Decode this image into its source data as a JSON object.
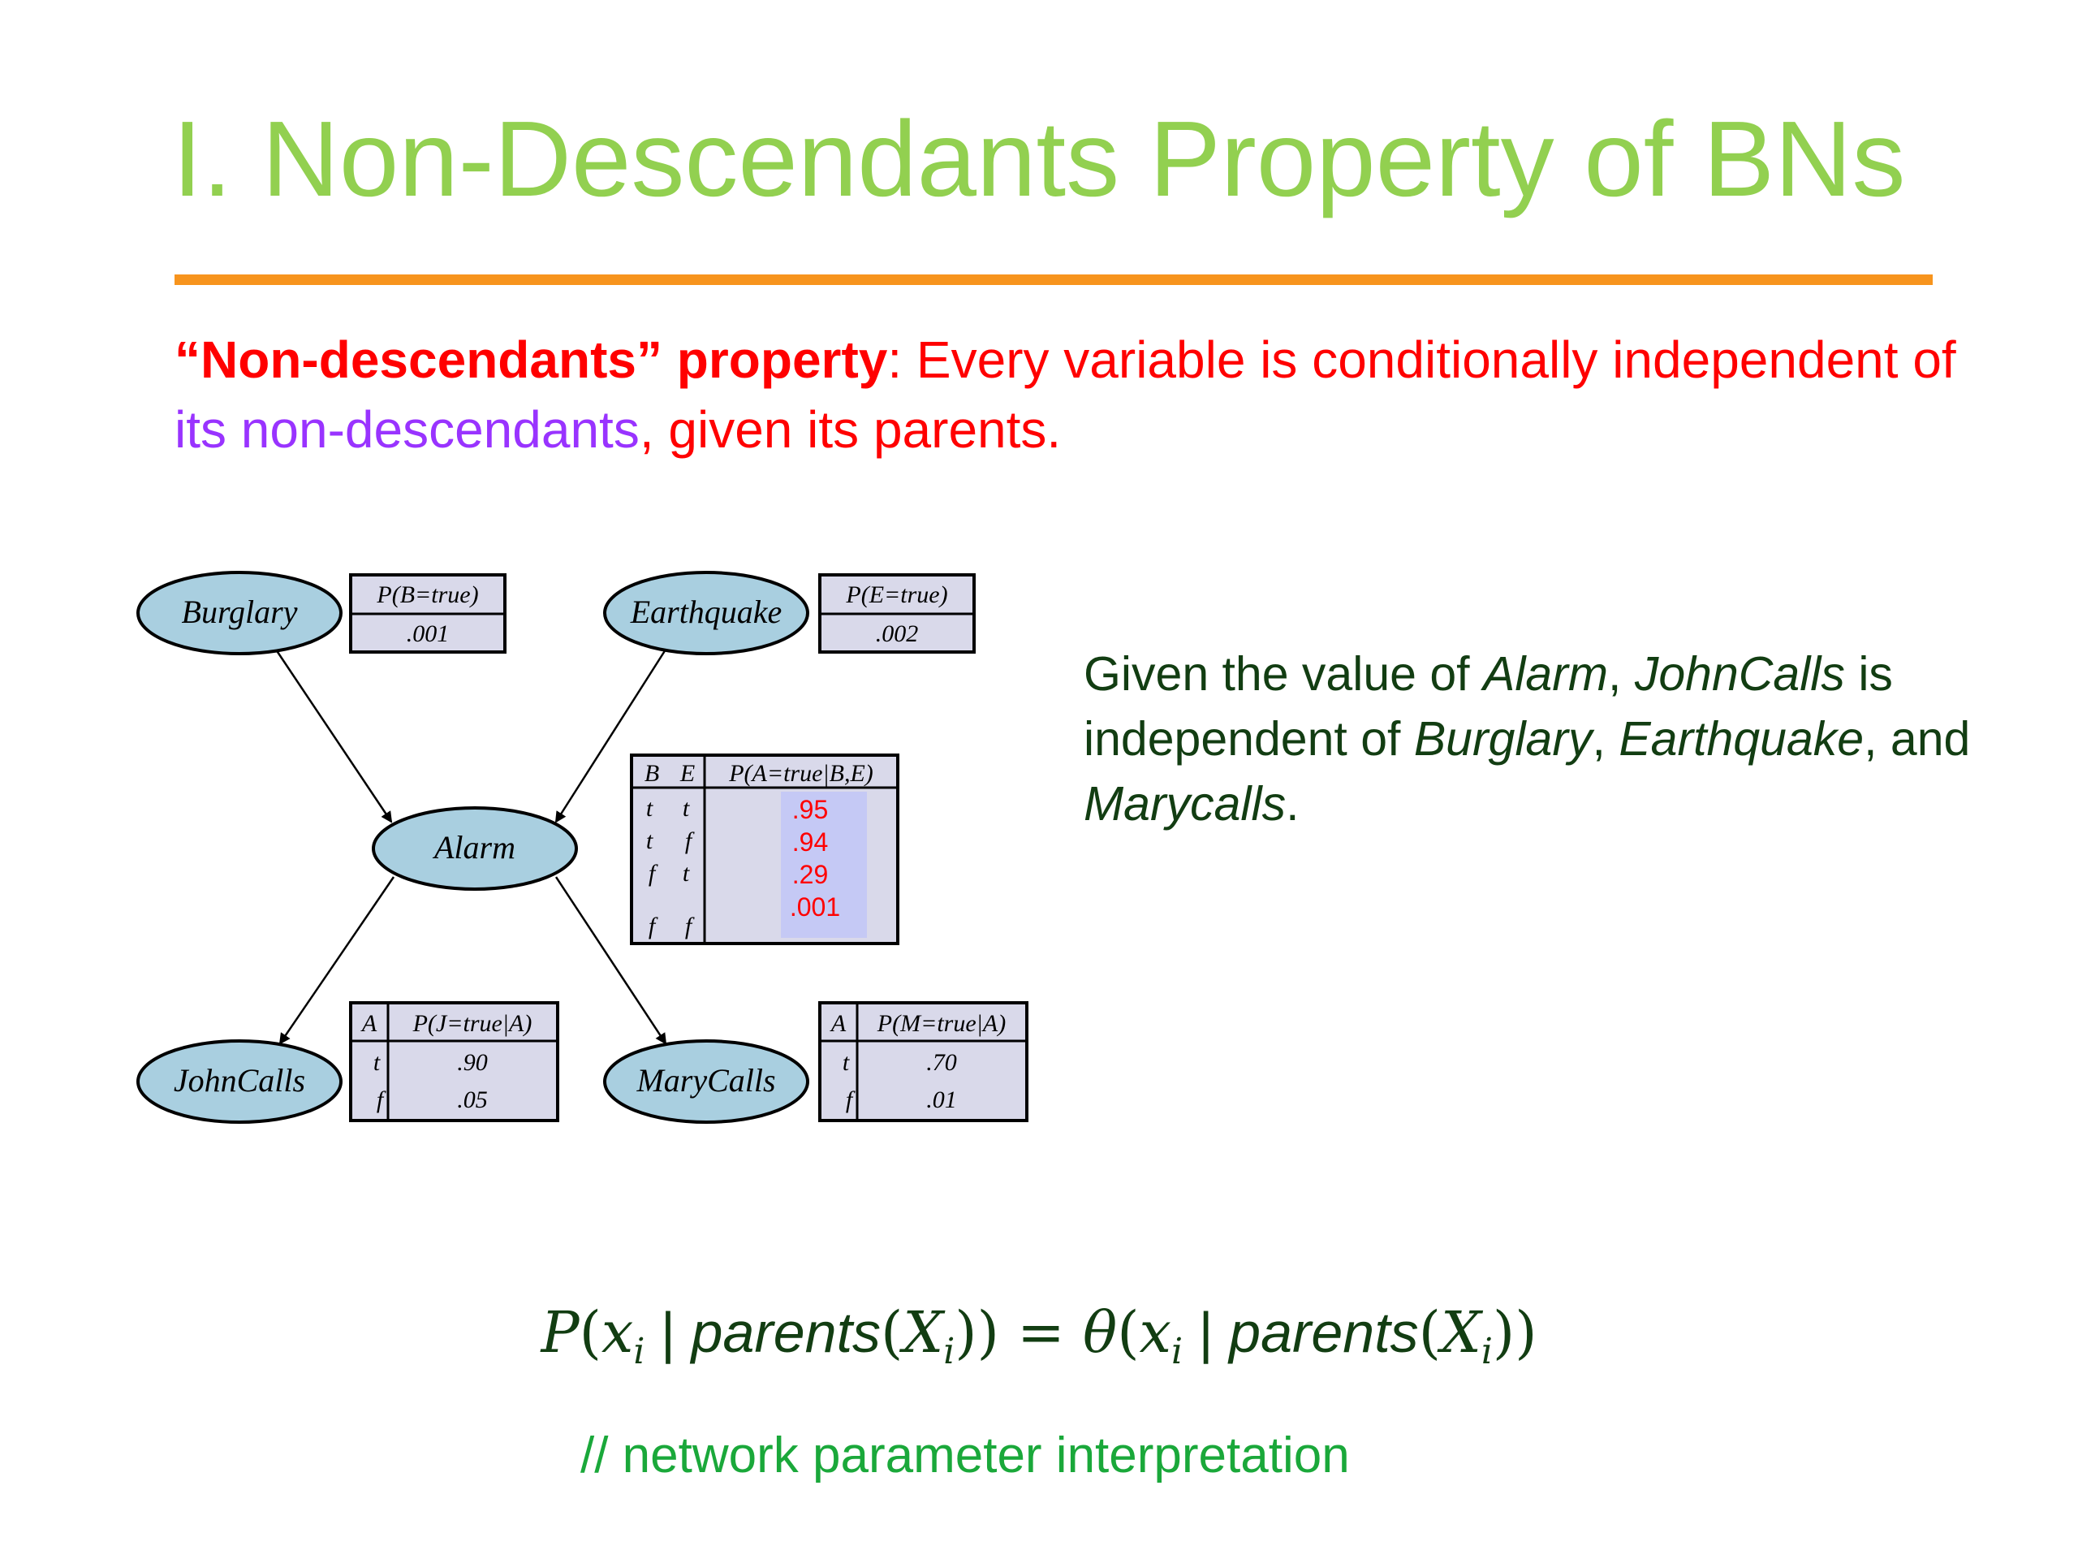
{
  "slide": {
    "title": "I. Non-Descendants Property of BNs",
    "definition": {
      "term": "“Non-descendants” property",
      "text_a": ": Every variable is conditionally independent of ",
      "highlight": "its non-descendants",
      "text_b": ", given its parents."
    },
    "note": {
      "p1": "Given the value of ",
      "alarm": "Alarm",
      "p2": ", ",
      "john": "JohnCalls",
      "p3": " is independent of ",
      "burglary": "Burglary",
      "p4": ", ",
      "earthquake": "Earthquake",
      "p5": ", and ",
      "mary": "Marycalls",
      "p6": "."
    },
    "formula": {
      "lhs_P": "P",
      "paren_open": "(",
      "x": "x",
      "sub_i": "i",
      "bar": " | ",
      "parents": "parents",
      "X": "X",
      "close2": "))",
      "eq": " = ",
      "theta": "θ",
      "close_final": "))"
    },
    "comment": "// network parameter interpretation"
  },
  "network": {
    "nodes": {
      "burglary": "Burglary",
      "earthquake": "Earthquake",
      "alarm": "Alarm",
      "johncalls": "JohnCalls",
      "marycalls": "MaryCalls"
    },
    "cpt_b": {
      "header": "P(B=true)",
      "value": ".001"
    },
    "cpt_e": {
      "header": "P(E=true)",
      "value": ".002"
    },
    "cpt_a": {
      "col_b": "B",
      "col_e": "E",
      "header": "P(A=true|B,E)",
      "rows": [
        {
          "b": "t",
          "e": "t",
          "p": ".95"
        },
        {
          "b": "t",
          "e": "f",
          "p": ".94"
        },
        {
          "b": "f",
          "e": "t",
          "p": ".29"
        },
        {
          "b": "f",
          "e": "f",
          "p": ".001"
        }
      ]
    },
    "cpt_j": {
      "col_a": "A",
      "header": "P(J=true|A)",
      "rows": [
        {
          "a": "t",
          "p": ".90"
        },
        {
          "a": "f",
          "p": ".05"
        }
      ]
    },
    "cpt_m": {
      "col_a": "A",
      "header": "P(M=true|A)",
      "rows": [
        {
          "a": "t",
          "p": ".70"
        },
        {
          "a": "f",
          "p": ".01"
        }
      ]
    },
    "colors": {
      "node_fill": "#a9cfe0",
      "table_fill": "#d9d9ea",
      "highlight_fill": "#c5c9f5",
      "red_values": "#ff0000"
    }
  }
}
